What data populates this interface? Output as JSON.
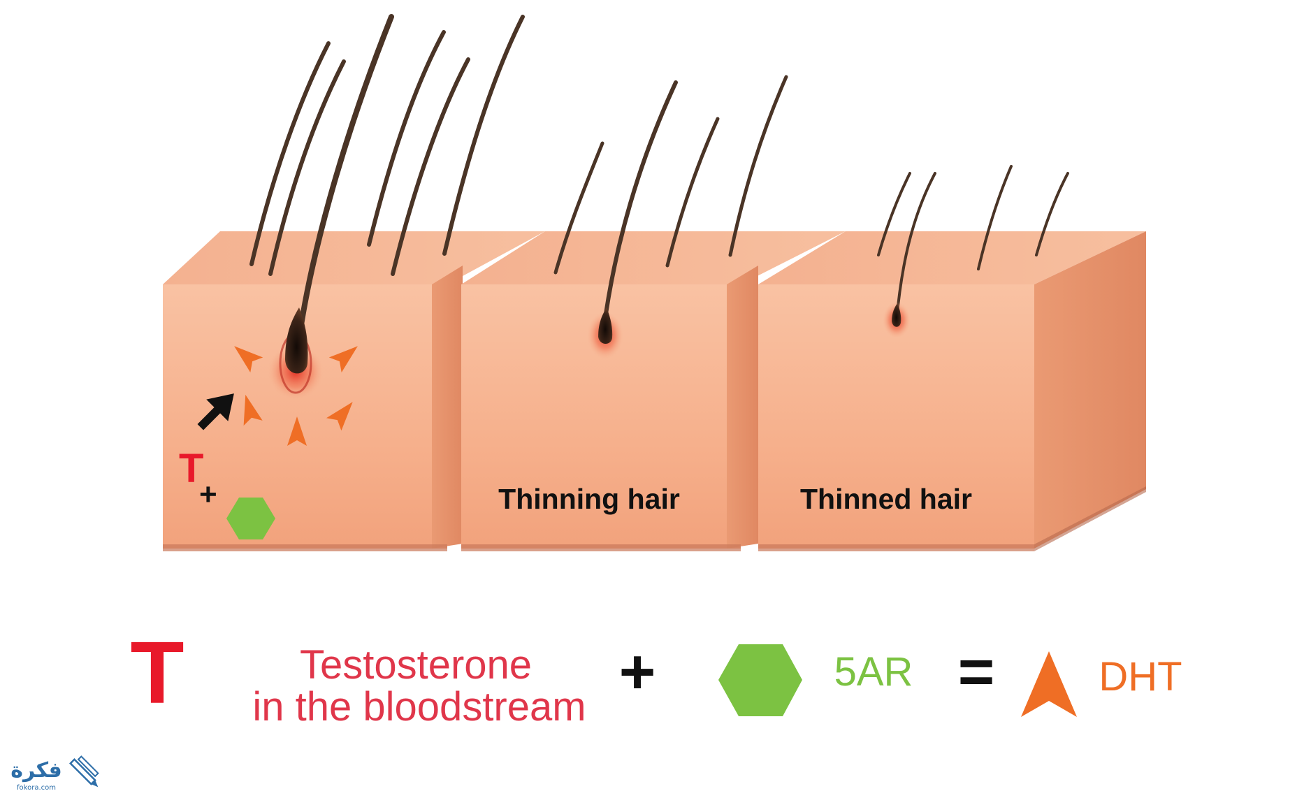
{
  "blocks": [
    {
      "label": ""
    },
    {
      "label": "Thinning hair"
    },
    {
      "label": "Thinned hair"
    }
  ],
  "inline_key": {
    "t_symbol": "T",
    "plus": "+"
  },
  "legend": {
    "testosterone_symbol": "T",
    "testosterone_line1": "Testosterone",
    "testosterone_line2": "in the bloodstream",
    "plus": "+",
    "enzyme_label": "5AR",
    "equals": "=",
    "dht_label": "DHT"
  },
  "watermark": {
    "brand": "فكرة",
    "domain": "fokora.com"
  },
  "colors": {
    "skin_front": "#f6b08c",
    "skin_top": "#f9c4a6",
    "skin_side": "#e8916a",
    "hair": "#4a3426",
    "testosterone_red": "#e8192a",
    "testosterone_text": "#e0364a",
    "enzyme_green": "#7cc242",
    "dht_orange": "#ef6e25",
    "watermark_blue": "#2d6ea8"
  }
}
